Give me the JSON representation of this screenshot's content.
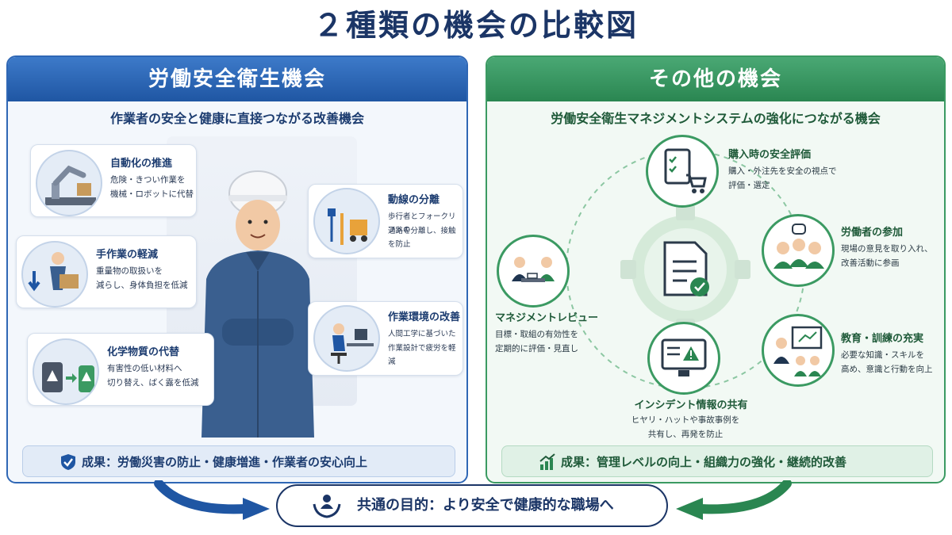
{
  "title": "２種類の機会の比較図",
  "left": {
    "header": "労働安全衛生機会",
    "subtitle": "作業者の安全と健康に直接つながる改善機会",
    "cards": [
      {
        "title": "自動化の推進",
        "desc1": "危険・きつい作業を",
        "desc2": "機械・ロボットに代替",
        "icon": "robot-arm-icon"
      },
      {
        "title": "手作業の軽減",
        "desc1": "重量物の取扱いを",
        "desc2": "減らし、身体負担を低減",
        "icon": "lifting-worker-icon"
      },
      {
        "title": "化学物質の代替",
        "desc1": "有害性の低い材料へ",
        "desc2": "切り替え、ばく露を低減",
        "icon": "chemical-container-icon"
      },
      {
        "title": "動線の分離",
        "desc1": "歩行者とフォークリフトの",
        "desc2": "通路を分離し、接触を防止",
        "icon": "forklift-icon"
      },
      {
        "title": "作業環境の改善",
        "desc1": "人間工学に基づいた",
        "desc2": "作業設計で疲労を軽減",
        "icon": "ergonomic-desk-icon"
      }
    ],
    "result": "成果：労働災害の防止・健康増進・作業者の安心向上"
  },
  "right": {
    "header": "その他の機会",
    "subtitle": "労働安全衛生マネジメントシステムの強化につながる機会",
    "nodes": [
      {
        "title": "購入時の安全評価",
        "desc1": "購入・外注先を安全の視点で",
        "desc2": "評価・選定",
        "icon": "checklist-cart-icon"
      },
      {
        "title": "労働者の参加",
        "desc1": "現場の意見を取り入れ、",
        "desc2": "改善活動に参画",
        "icon": "workers-group-icon"
      },
      {
        "title": "教育・訓練の充実",
        "desc1": "必要な知識・スキルを",
        "desc2": "高め、意識と行動を向上",
        "icon": "training-icon"
      },
      {
        "title": "インシデント情報の共有",
        "desc1": "ヒヤリ・ハットや事故事例を",
        "desc2": "共有し、再発を防止",
        "icon": "warning-monitor-icon"
      },
      {
        "title": "マネジメントレビュー",
        "desc1": "目標・取組の有効性を",
        "desc2": "定期的に評価・見直し",
        "icon": "meeting-icon"
      }
    ],
    "result": "成果：管理レベルの向上・組織力の強化・継続的改善"
  },
  "goal": "共通の目的：より安全で健康的な職場へ",
  "colors": {
    "blue": "#1f56a3",
    "green": "#2a8651",
    "navy": "#1b3566"
  }
}
